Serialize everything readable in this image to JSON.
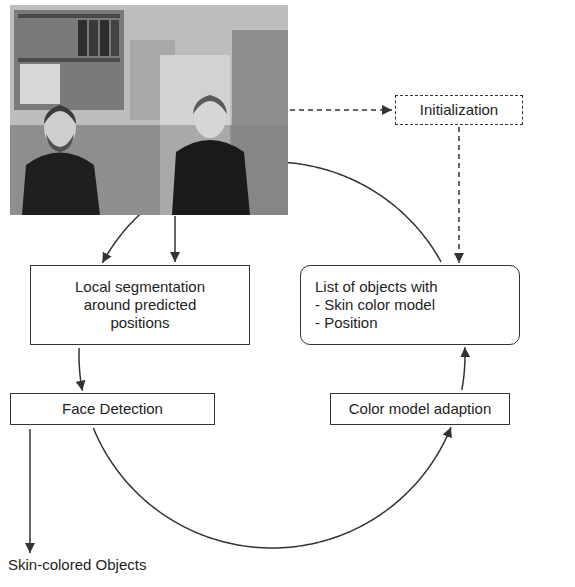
{
  "diagram": {
    "nodes": [
      {
        "text": [
          "Initialization"
        ]
      },
      {
        "text": [
          "Local segmentation around predicted positions"
        ]
      },
      {
        "text": [
          "List of objects with",
          "- Skin color model",
          "- Position"
        ]
      },
      {
        "text": [
          "Face Detection"
        ]
      },
      {
        "text": [
          "Color model adaption"
        ]
      }
    ],
    "edges": [
      {
        "from": 0,
        "to": 2,
        "arrow": "to"
      },
      {
        "from": 2,
        "to": 1,
        "arrow": "to"
      },
      {
        "from": 1,
        "to": 3,
        "arrow": "to"
      },
      {
        "from": 3,
        "to": 4,
        "arrow": "to"
      },
      {
        "from": 4,
        "to": 2,
        "arrow": "to"
      }
    ],
    "labels": [
      "Skin-colored Objects"
    ]
  }
}
